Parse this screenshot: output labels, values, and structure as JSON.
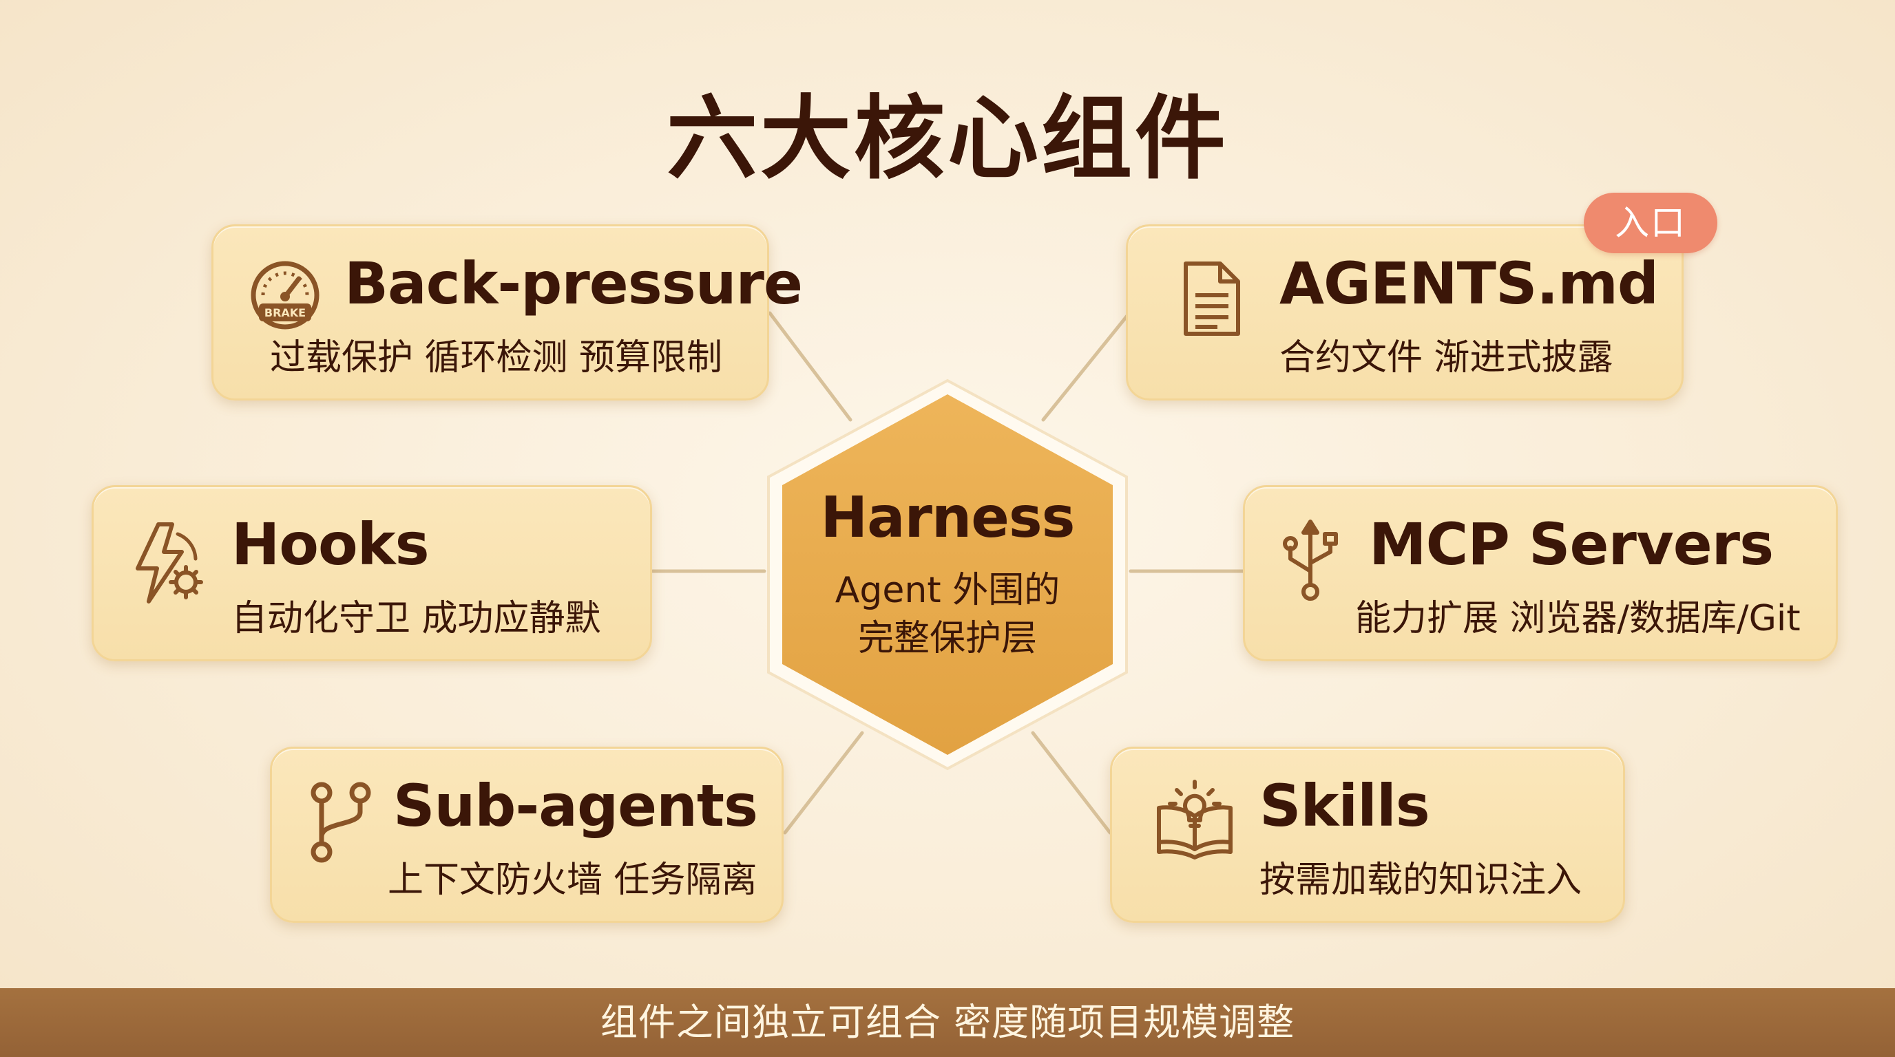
{
  "title": "六大核心组件",
  "center": {
    "title": "Harness",
    "subtitle_line1": "Agent 外围的",
    "subtitle_line2": "完整保护层"
  },
  "components": [
    {
      "id": "back-pressure",
      "title": "Back-pressure",
      "subtitle": "过载保护 循环检测 预算限制",
      "icon": "brake-gauge-icon",
      "icon_text": "BRAKE"
    },
    {
      "id": "agents-md",
      "title": "AGENTS.md",
      "subtitle": "合约文件 渐进式披露",
      "icon": "document-icon",
      "badge": "入口"
    },
    {
      "id": "hooks",
      "title": "Hooks",
      "subtitle": "自动化守卫 成功应静默",
      "icon": "lightning-gear-icon"
    },
    {
      "id": "mcp-servers",
      "title": "MCP Servers",
      "subtitle": "能力扩展 浏览器/数据库/Git",
      "icon": "usb-icon"
    },
    {
      "id": "sub-agents",
      "title": "Sub-agents",
      "subtitle": "上下文防火墙 任务隔离",
      "icon": "branch-icon"
    },
    {
      "id": "skills",
      "title": "Skills",
      "subtitle": "按需加载的知识注入",
      "icon": "book-lightbulb-icon"
    }
  ],
  "footer": "组件之间独立可组合 密度随项目规模调整",
  "colors": {
    "background": "#fbf1df",
    "card": "#f9e3b3",
    "hexagon": "#e8a94a",
    "text": "#3b1608",
    "accent_icon": "#8a5426",
    "badge": "#ef8a6e",
    "footer": "#9c6a3a",
    "connector": "#d8c19c"
  }
}
